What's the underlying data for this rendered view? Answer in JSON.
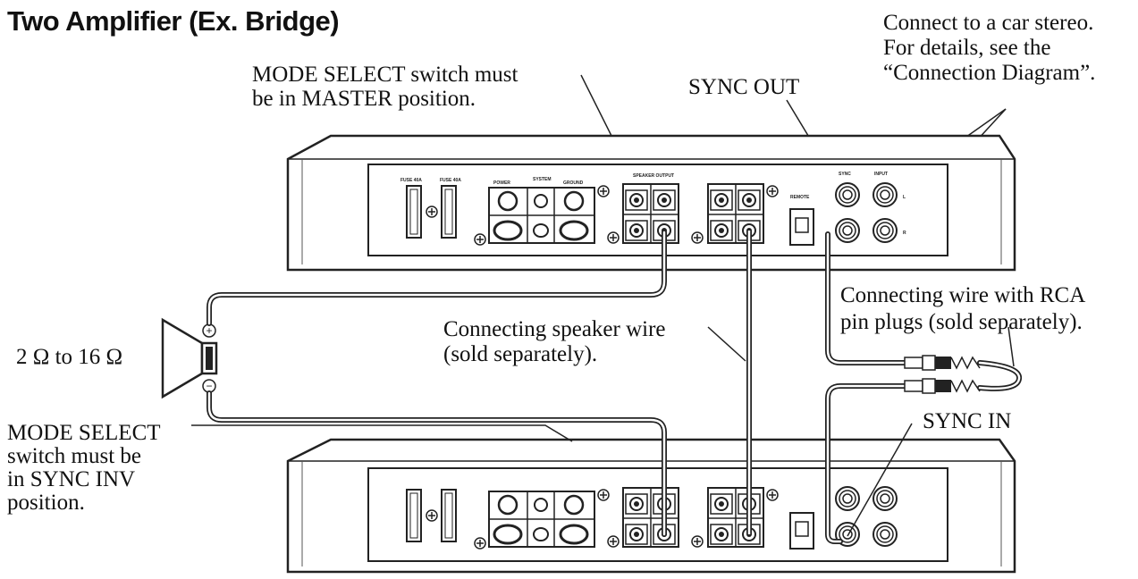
{
  "title": "Two Amplifier (Ex. Bridge)",
  "callouts": {
    "mode_master": [
      "MODE SELECT switch must",
      "be in MASTER position."
    ],
    "sync_out": "SYNC OUT",
    "car_stereo": [
      "Connect to a car stereo.",
      "For details, see the",
      "“Connection Diagram”."
    ],
    "rca_wire": [
      "Connecting wire with RCA",
      "pin plugs (sold separately)."
    ],
    "speaker_wire": [
      "Connecting speaker wire",
      "(sold separately)."
    ],
    "impedance": "2 Ω to 16 Ω",
    "sync_in": "SYNC IN",
    "mode_sync_inv": [
      "MODE SELECT",
      "switch must be",
      "in SYNC INV",
      "position."
    ]
  },
  "panel_labels": {
    "fuse_a": "FUSE 40A",
    "fuse_b": "FUSE 40A",
    "power": "POWER",
    "system": "SYSTEM",
    "ground": "GROUND",
    "speaker_output": "SPEAKER OUTPUT",
    "remote": "REMOTE",
    "sync": "SYNC",
    "input": "INPUT",
    "l": "L",
    "r": "R"
  },
  "speaker_polarity": {
    "plus": "+",
    "minus": "−"
  }
}
